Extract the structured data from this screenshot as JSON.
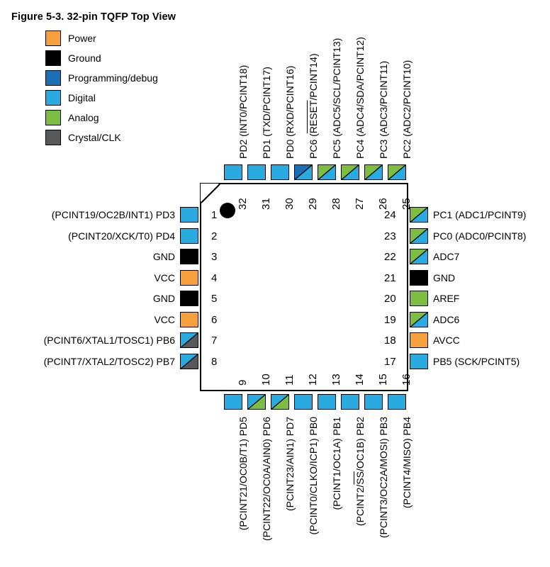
{
  "figure": {
    "title": "Figure 5-3.  32-pin TQFP Top View",
    "package": "32-pin TQFP",
    "view": "Top View"
  },
  "colors": {
    "power": "#F5A03C",
    "ground": "#000000",
    "programming": "#1A6FB5",
    "digital": "#29ABE2",
    "analog": "#7DBE42",
    "crystal": "#58595B",
    "outline": "#000000",
    "background": "#FFFFFF"
  },
  "legend": {
    "items": [
      {
        "label": "Power",
        "key": "power",
        "color": "#F5A03C"
      },
      {
        "label": "Ground",
        "key": "ground",
        "color": "#000000"
      },
      {
        "label": "Programming/debug",
        "key": "programming",
        "color": "#1A6FB5"
      },
      {
        "label": "Digital",
        "key": "digital",
        "color": "#29ABE2"
      },
      {
        "label": "Analog",
        "key": "analog",
        "color": "#7DBE42"
      },
      {
        "label": "Crystal/CLK",
        "key": "crystal",
        "color": "#58595B"
      }
    ]
  },
  "chip": {
    "marker": "pin-1-dot",
    "pin_count": 32,
    "left": [
      {
        "num": "1",
        "label": "(PCINT19/OC2B/INT1) PD3",
        "fill": [
          "digital"
        ]
      },
      {
        "num": "2",
        "label": "(PCINT20/XCK/T0) PD4",
        "fill": [
          "digital"
        ]
      },
      {
        "num": "3",
        "label": "GND",
        "fill": [
          "ground"
        ]
      },
      {
        "num": "4",
        "label": "VCC",
        "fill": [
          "power"
        ]
      },
      {
        "num": "5",
        "label": "GND",
        "fill": [
          "ground"
        ]
      },
      {
        "num": "6",
        "label": "VCC",
        "fill": [
          "power"
        ]
      },
      {
        "num": "7",
        "label": "(PCINT6/XTAL1/TOSC1) PB6",
        "fill": [
          "digital",
          "crystal"
        ]
      },
      {
        "num": "8",
        "label": "(PCINT7/XTAL2/TOSC2) PB7",
        "fill": [
          "digital",
          "crystal"
        ]
      }
    ],
    "bottom": [
      {
        "num": "9",
        "label": "(PCINT21/OC0B/T1) PD5",
        "fill": [
          "digital"
        ]
      },
      {
        "num": "10",
        "label": "(PCINT22/OC0A/AIN0) PD6",
        "fill": [
          "digital",
          "analog"
        ]
      },
      {
        "num": "11",
        "label": "(PCINT23/AIN1) PD7",
        "fill": [
          "digital",
          "analog"
        ]
      },
      {
        "num": "12",
        "label": "(PCINT0/CLKO/ICP1) PB0",
        "fill": [
          "digital"
        ]
      },
      {
        "num": "13",
        "label": "(PCINT1/OC1A) PB1",
        "fill": [
          "digital"
        ]
      },
      {
        "num": "14",
        "label": "(PCINT2/SS/OC1B) PB2",
        "fill": [
          "digital"
        ],
        "overline": "SS"
      },
      {
        "num": "15",
        "label": "(PCINT3/OC2A/MOSI) PB3",
        "fill": [
          "digital"
        ]
      },
      {
        "num": "16",
        "label": "(PCINT4/MISO) PB4",
        "fill": [
          "digital"
        ]
      }
    ],
    "right": [
      {
        "num": "24",
        "label": "PC1 (ADC1/PCINT9)",
        "fill": [
          "analog",
          "digital"
        ]
      },
      {
        "num": "23",
        "label": "PC0 (ADC0/PCINT8)",
        "fill": [
          "analog",
          "digital"
        ]
      },
      {
        "num": "22",
        "label": "ADC7",
        "fill": [
          "analog",
          "digital"
        ]
      },
      {
        "num": "21",
        "label": "GND",
        "fill": [
          "ground"
        ]
      },
      {
        "num": "20",
        "label": "AREF",
        "fill": [
          "analog"
        ]
      },
      {
        "num": "19",
        "label": "ADC6",
        "fill": [
          "analog",
          "digital"
        ]
      },
      {
        "num": "18",
        "label": "AVCC",
        "fill": [
          "power"
        ]
      },
      {
        "num": "17",
        "label": "PB5 (SCK/PCINT5)",
        "fill": [
          "digital"
        ]
      }
    ],
    "top": [
      {
        "num": "32",
        "label": "PD2 (INT0/PCINT18)",
        "fill": [
          "digital"
        ]
      },
      {
        "num": "31",
        "label": "PD1 (TXD/PCINT17)",
        "fill": [
          "digital"
        ]
      },
      {
        "num": "30",
        "label": "PD0 (RXD/PCINT16)",
        "fill": [
          "digital"
        ]
      },
      {
        "num": "29",
        "label": "PC6 (RESET/PCINT14)",
        "fill": [
          "programming",
          "digital"
        ],
        "overline": "RESET"
      },
      {
        "num": "28",
        "label": "PC5 (ADC5/SCL/PCINT13)",
        "fill": [
          "analog",
          "digital"
        ]
      },
      {
        "num": "27",
        "label": "PC4 (ADC4/SDA/PCINT12)",
        "fill": [
          "analog",
          "digital"
        ]
      },
      {
        "num": "26",
        "label": "PC3 (ADC3/PCINT11)",
        "fill": [
          "analog",
          "digital"
        ]
      },
      {
        "num": "25",
        "label": "PC2 (ADC2/PCINT10)",
        "fill": [
          "analog",
          "digital"
        ]
      }
    ]
  }
}
